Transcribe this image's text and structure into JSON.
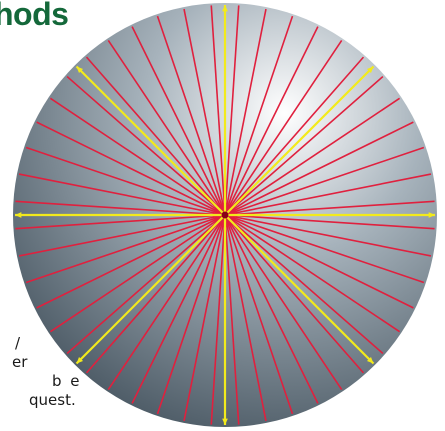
{
  "heading": "hods",
  "body_text_fragments": [
    "/",
    "er",
    "b e",
    "quest."
  ],
  "diagram": {
    "subject": "sphere with radial lines from a center point",
    "radial_line_count": 48,
    "axis_line_count": 8,
    "colors": {
      "heading": "#14683a",
      "radial_lines": "#e0203e",
      "axis_arrows": "#f2ea1c",
      "center_point": "#8a0018",
      "sphere_highlight": "#ffffff",
      "sphere_mid": "#a7b3bc",
      "sphere_shadow": "#4f5d68"
    }
  }
}
